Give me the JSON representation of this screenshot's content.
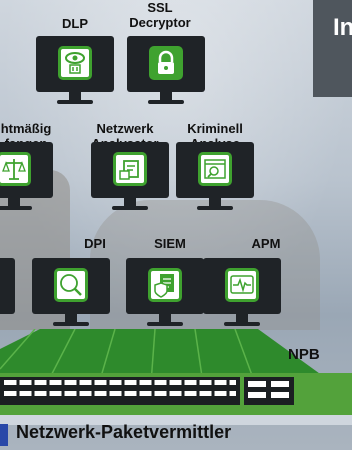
{
  "diagram": {
    "top_row": [
      {
        "label": "DLP",
        "icon": "dlp-eye-icon"
      },
      {
        "label": "SSL\nDecryptor",
        "icon": "lock-icon"
      }
    ],
    "middle_row": [
      {
        "label": "htmäßig\nfangen",
        "icon": "scales-icon"
      },
      {
        "label": "Netzwerk\nAnalysator",
        "icon": "analyzer-icon"
      },
      {
        "label": "Kriminell\nAnalyse",
        "icon": "forensic-icon"
      }
    ],
    "bottom_row": [
      {
        "label": "DPI",
        "icon": "dpi-magnifier-icon"
      },
      {
        "label": "SIEM",
        "icon": "shield-doc-icon"
      },
      {
        "label": "APM",
        "icon": "heartbeat-icon"
      }
    ],
    "npb_label": "NPB",
    "title": "Netzwerk-Paketvermittler",
    "corner_text": "In",
    "accent_color": "#3fa22f"
  }
}
